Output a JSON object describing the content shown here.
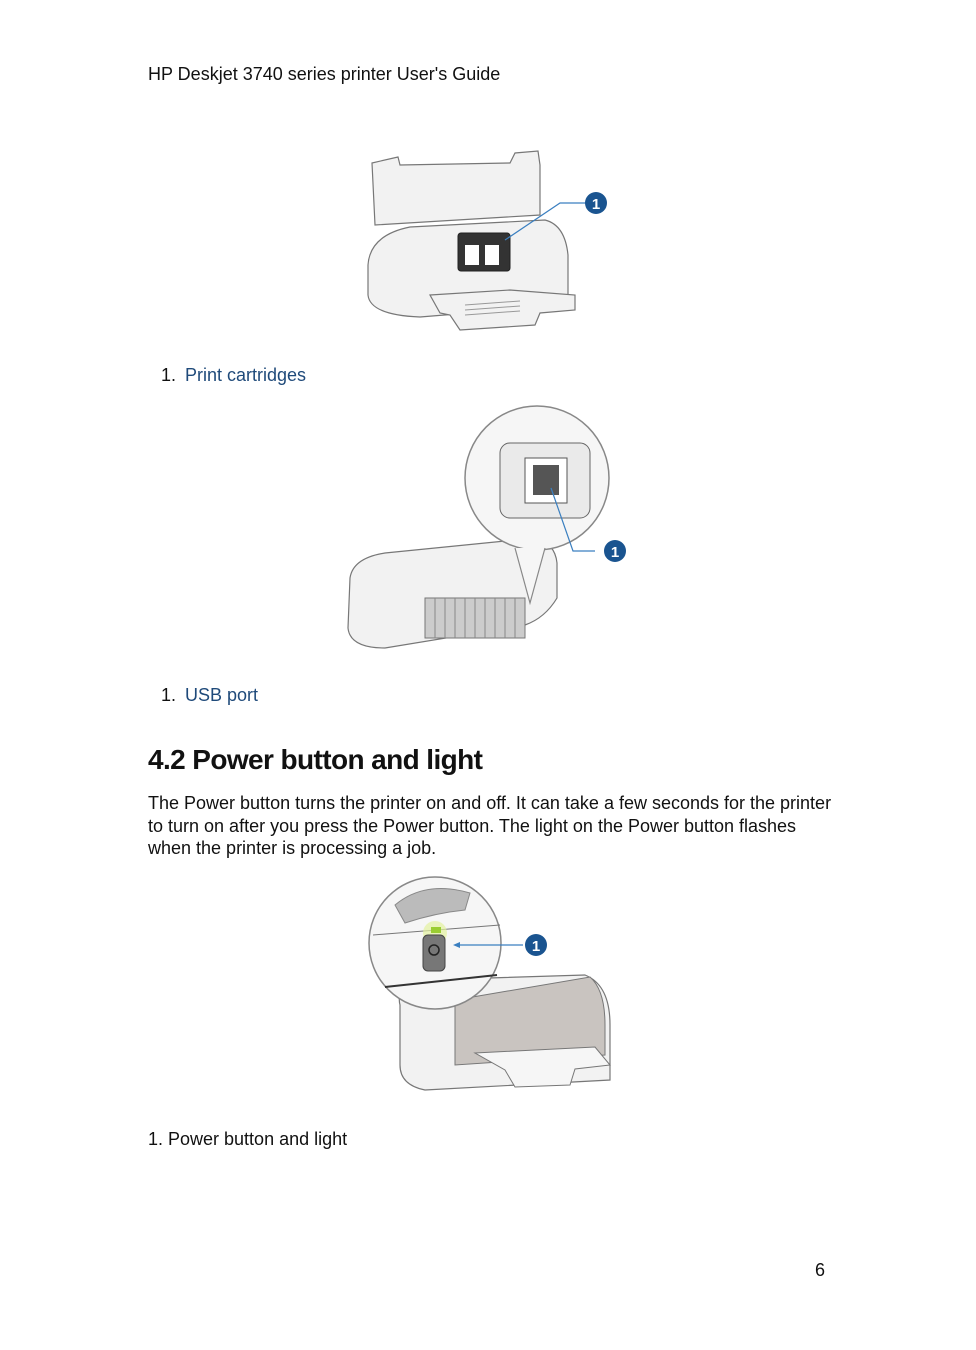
{
  "header": {
    "title": "HP Deskjet 3740 series printer User's Guide"
  },
  "figures": [
    {
      "id": "print-cartridges-figure",
      "callout_number": "1",
      "caption": {
        "number": "1.",
        "label": "Print cartridges"
      }
    },
    {
      "id": "usb-port-figure",
      "callout_number": "1",
      "caption": {
        "number": "1.",
        "label": "USB port"
      }
    },
    {
      "id": "power-button-figure",
      "callout_number": "1",
      "caption": {
        "text": "1. Power button and light"
      }
    }
  ],
  "section": {
    "heading": "4.2  Power button and light",
    "body": "The Power button turns the printer on and off. It can take a few seconds for the printer to turn on after you press the Power button. The light on the Power button flashes when the printer is processing a job."
  },
  "colors": {
    "link": "#1f4a7a",
    "callout": "#1a5490",
    "leader": "#3a7fc0"
  },
  "footer": {
    "page_number": "6"
  }
}
